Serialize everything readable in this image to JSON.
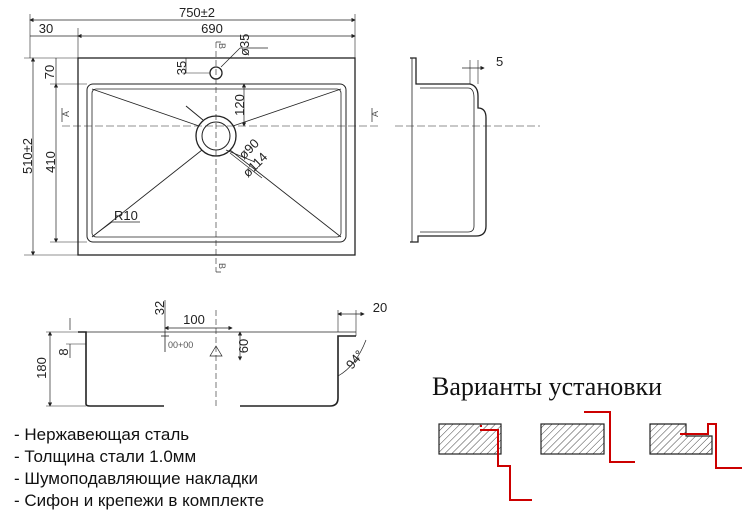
{
  "top_view": {
    "overall_width": "750±2",
    "left_margin": "30",
    "inner_width": "690",
    "tap_hole_diameter": "ø35",
    "tap_offset": "35",
    "top_margin": "70",
    "overall_height": "510±2",
    "inner_height": "410",
    "drain_offset": "120",
    "drain_diameter": "ø90",
    "drain_outer_diameter": "ø114",
    "corner_radius": "R10",
    "section_a": "A",
    "section_b": "B"
  },
  "side_view": {
    "rim_dim": "5"
  },
  "section_view": {
    "depth": "180",
    "rim_thickness": "8",
    "tap_height": "32",
    "step": "100",
    "drain_depth": "60",
    "flange": "20",
    "angle": "94°",
    "overflow_label": "00+00"
  },
  "installation": {
    "title": "Варианты установки"
  },
  "features": [
    "- Нержавеющая сталь",
    "- Толщина стали 1.0мм",
    "- Шумоподавляющие накладки",
    "- Сифон и крепежи в комплекте"
  ],
  "colors": {
    "line": "#222222",
    "accent": "#cc0000",
    "hatch": "#444444"
  }
}
